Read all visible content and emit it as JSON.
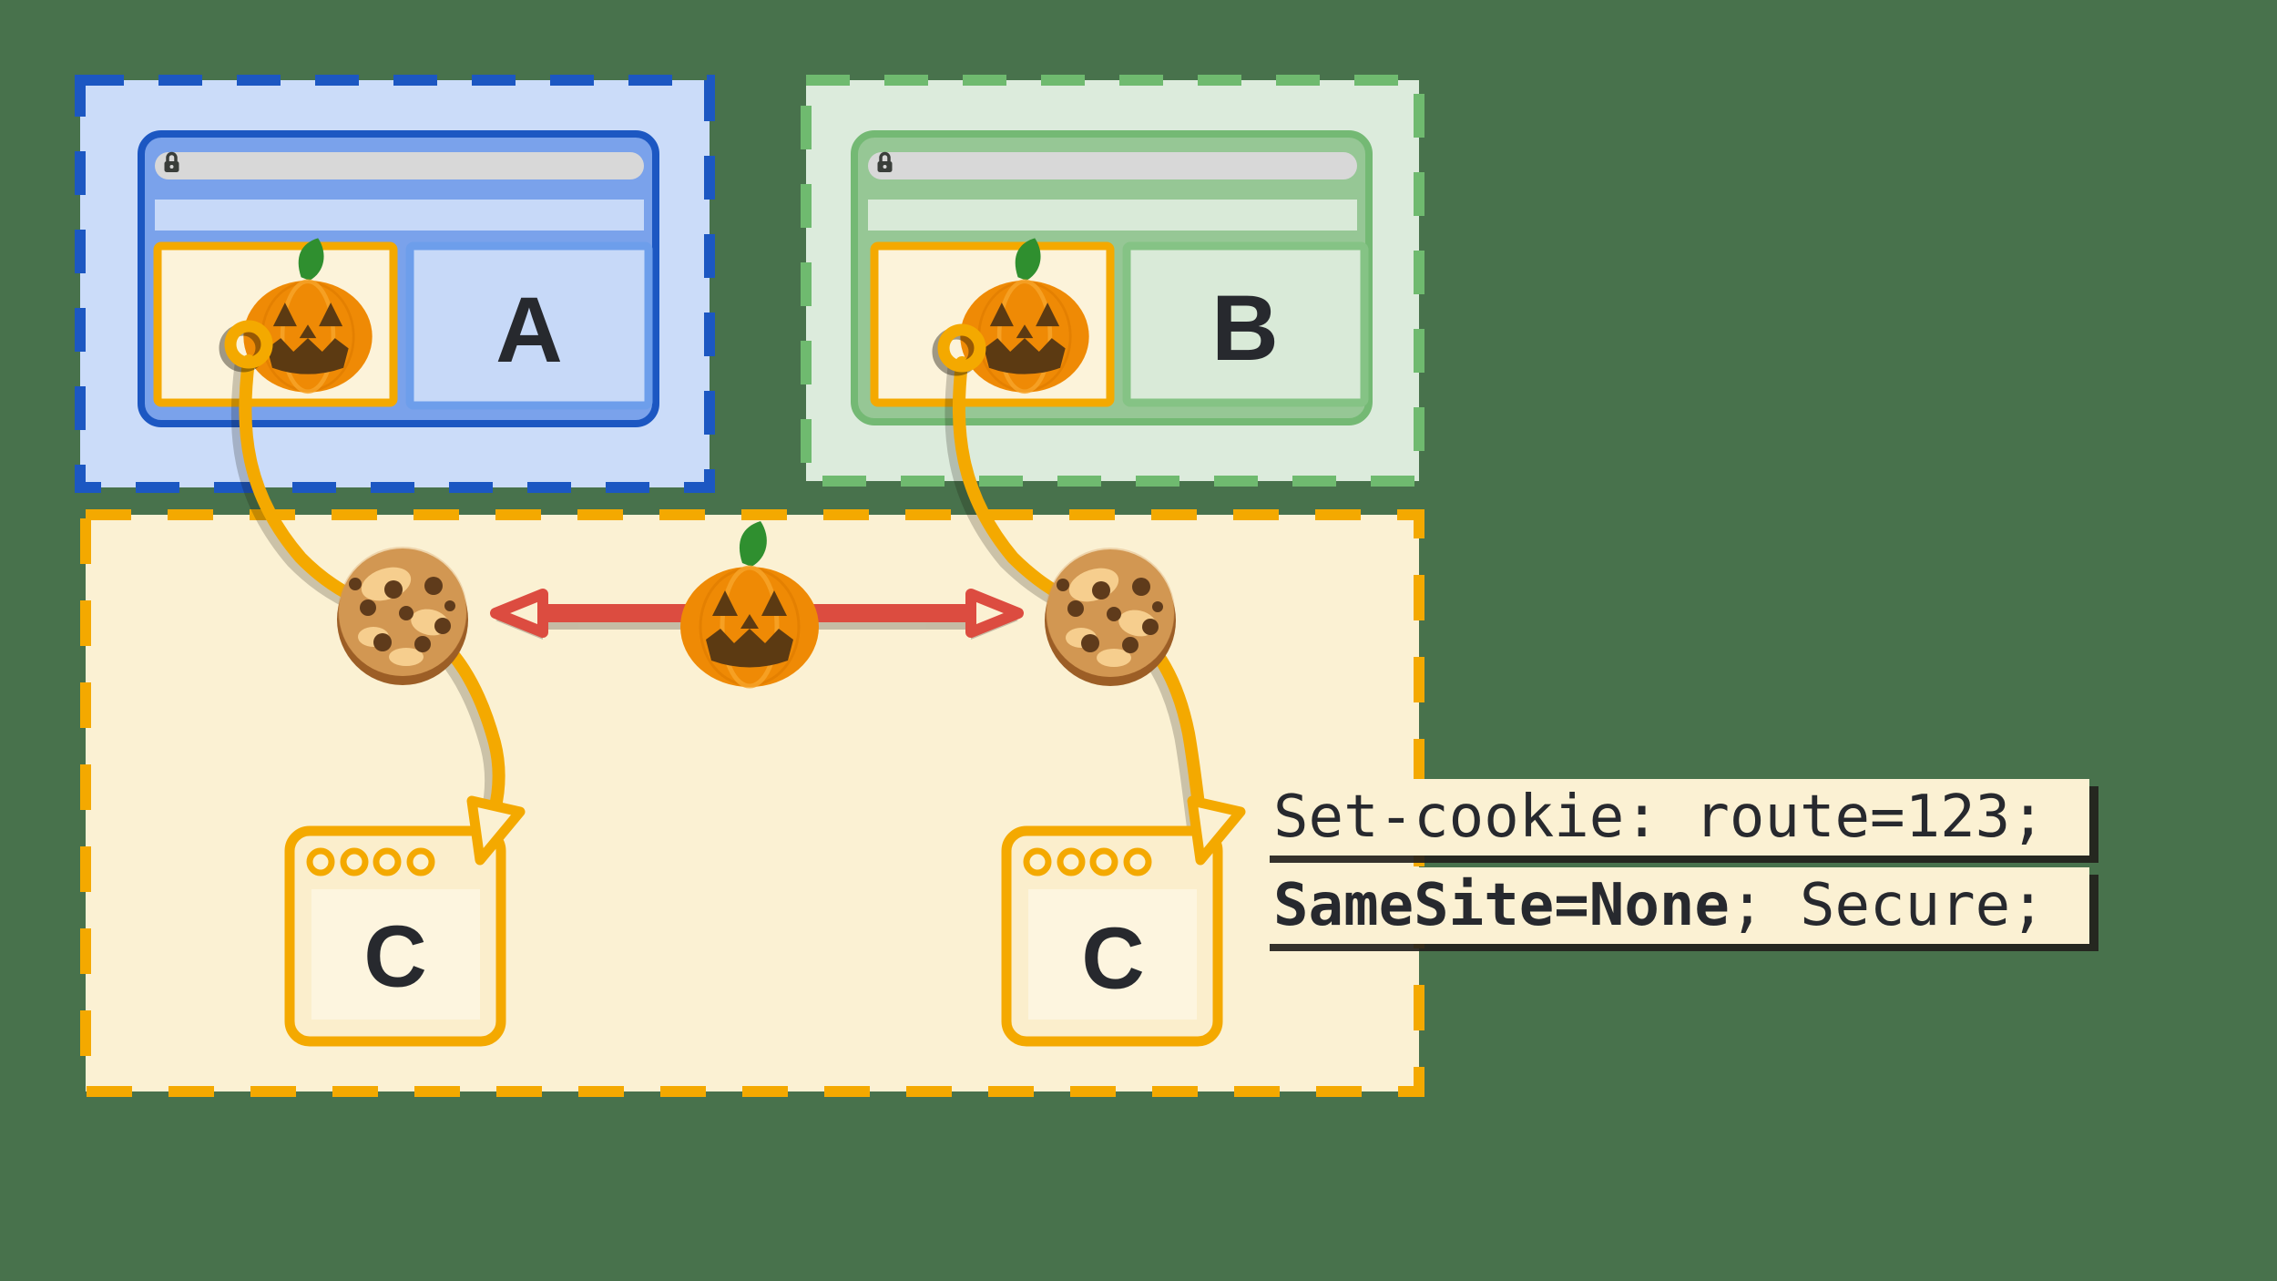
{
  "title": "Third-party cookie SameSite=None diagram",
  "site_a": {
    "letter": "A"
  },
  "site_b": {
    "letter": "B"
  },
  "third_party_left": {
    "letter": "C"
  },
  "third_party_right": {
    "letter": "C"
  },
  "cookie_label": {
    "line1": "Set-cookie: route=123;",
    "line2_bold": "SameSite=None",
    "line2_regular": "; Secure;"
  },
  "icons": {
    "lock": "lock-icon (padlock in address bar)",
    "pumpkin": "jack-o-lantern embedded content",
    "cookie": "chocolate-chip cookie",
    "ring": "tracking ring on pumpkin",
    "red_arrow": "double-headed sync arrow",
    "orange_arrow": "cookie delivery arrowhead",
    "window_c": "third-party site window"
  },
  "colors": {
    "background": "#48724C",
    "blue_dash": "#1C57C2",
    "blue_fill": "#CBDCF9",
    "green_dash": "#6FBA6F",
    "green_fill": "#DCEBDC",
    "orange": "#F4A900",
    "cream": "#FBF1D3",
    "red": "#DC4C40",
    "address_bar": "#D8D8D8",
    "text": "#27292E"
  }
}
